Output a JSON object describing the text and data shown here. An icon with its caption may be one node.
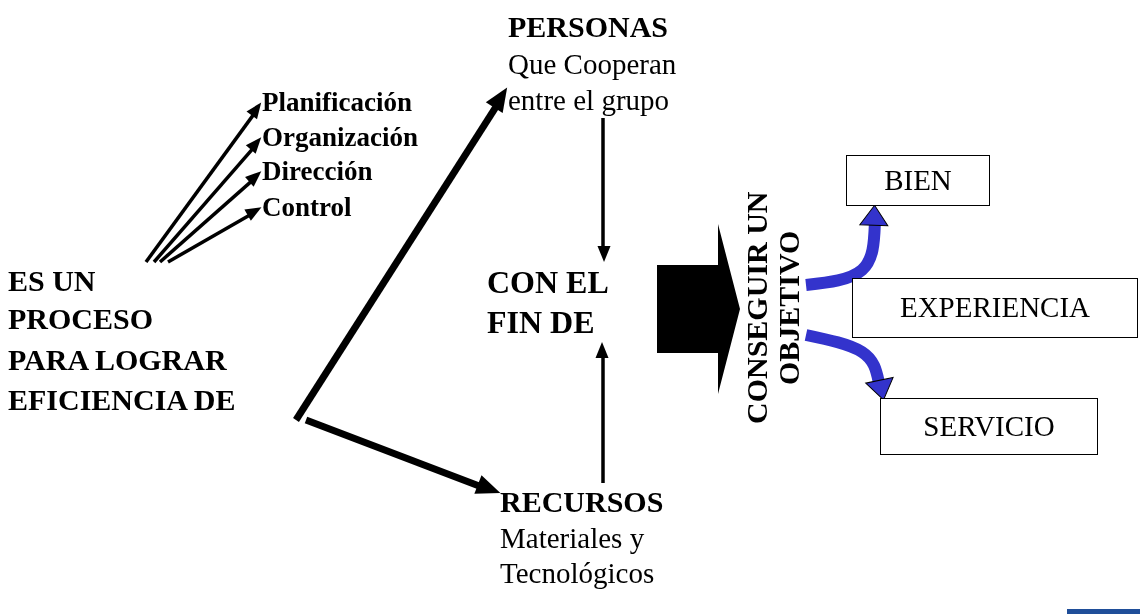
{
  "diagram": {
    "nodes": [
      {
        "text": [
          "ES UN PROCESO"
        ]
      },
      {
        "text": [
          "Planificación"
        ]
      },
      {
        "text": [
          "Organización"
        ]
      },
      {
        "text": [
          "Dirección"
        ]
      },
      {
        "text": [
          "Control"
        ]
      },
      {
        "text": [
          "PARA LOGRAR EFICIENCIA DE"
        ]
      },
      {
        "text": [
          "PERSONAS",
          "Que Cooperan entre el grupo"
        ]
      },
      {
        "text": [
          "RECURSOS",
          "Materiales y Tecnológicos"
        ]
      },
      {
        "text": [
          "CON EL FIN DE"
        ]
      },
      {
        "text": [
          "CONSEGUIR UN OBJETIVO"
        ]
      },
      {
        "text": [
          "BIEN"
        ]
      },
      {
        "text": [
          "EXPERIENCIA"
        ]
      },
      {
        "text": [
          "SERVICIO"
        ]
      }
    ],
    "edges": [
      {
        "from": 0,
        "to": 1,
        "arrow": "to"
      },
      {
        "from": 0,
        "to": 2,
        "arrow": "to"
      },
      {
        "from": 0,
        "to": 3,
        "arrow": "to"
      },
      {
        "from": 0,
        "to": 4,
        "arrow": "to"
      },
      {
        "from": 5,
        "to": 6,
        "arrow": "to",
        "style": "thick"
      },
      {
        "from": 5,
        "to": 7,
        "arrow": "to",
        "style": "thick"
      },
      {
        "from": 6,
        "to": 8,
        "arrow": "to"
      },
      {
        "from": 7,
        "to": 8,
        "arrow": "to"
      },
      {
        "from": 8,
        "to": 9,
        "arrow": "to",
        "style": "thick"
      },
      {
        "from": 9,
        "to": 10,
        "arrow": "to",
        "style": "thick",
        "color": "#3333cc"
      },
      {
        "from": 9,
        "to": 12,
        "arrow": "to",
        "style": "thick",
        "color": "#3333cc"
      }
    ]
  }
}
